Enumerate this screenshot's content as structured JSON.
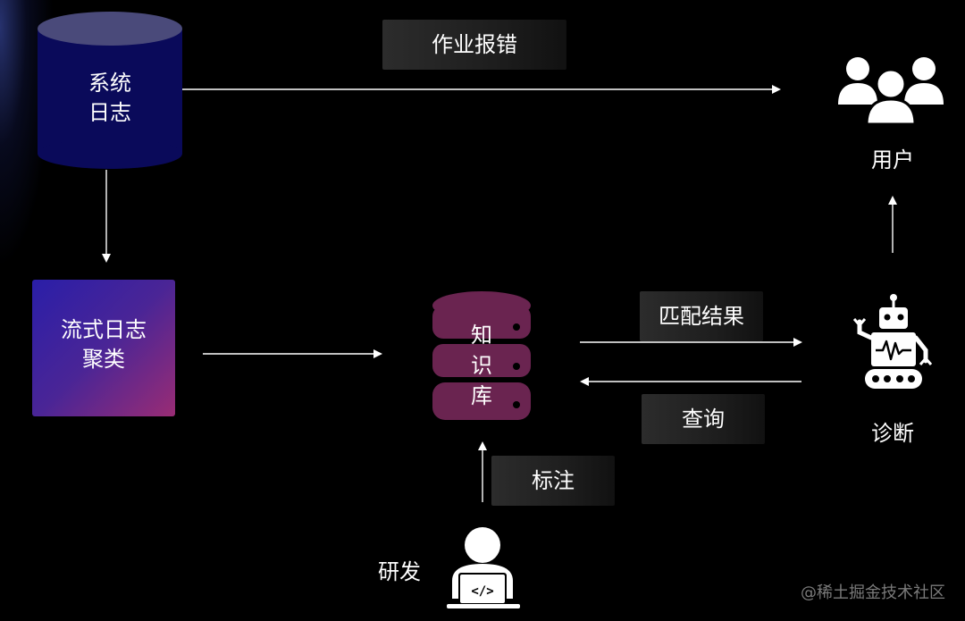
{
  "nodes": {
    "system_log": "系统\n日志",
    "stream_log_cluster": "流式日志\n聚类",
    "knowledge_base": "知\n识\n库",
    "user": "用户",
    "diagnosis": "诊断",
    "developer": "研发"
  },
  "edges": {
    "job_error": "作业报错",
    "match_result": "匹配结果",
    "query": "查询",
    "annotate": "标注"
  },
  "icons": {
    "users": "users-icon",
    "robot": "robot-icon",
    "developer": "developer-laptop-icon",
    "code_symbol": "</>"
  },
  "watermark": "@稀土掘金技术社区",
  "colors": {
    "background": "#000000",
    "cylinder": "#0a0a5a",
    "knowledge_base": "#6a2450",
    "cluster_start": "#2a1ea8",
    "cluster_end": "#9a2c74"
  }
}
